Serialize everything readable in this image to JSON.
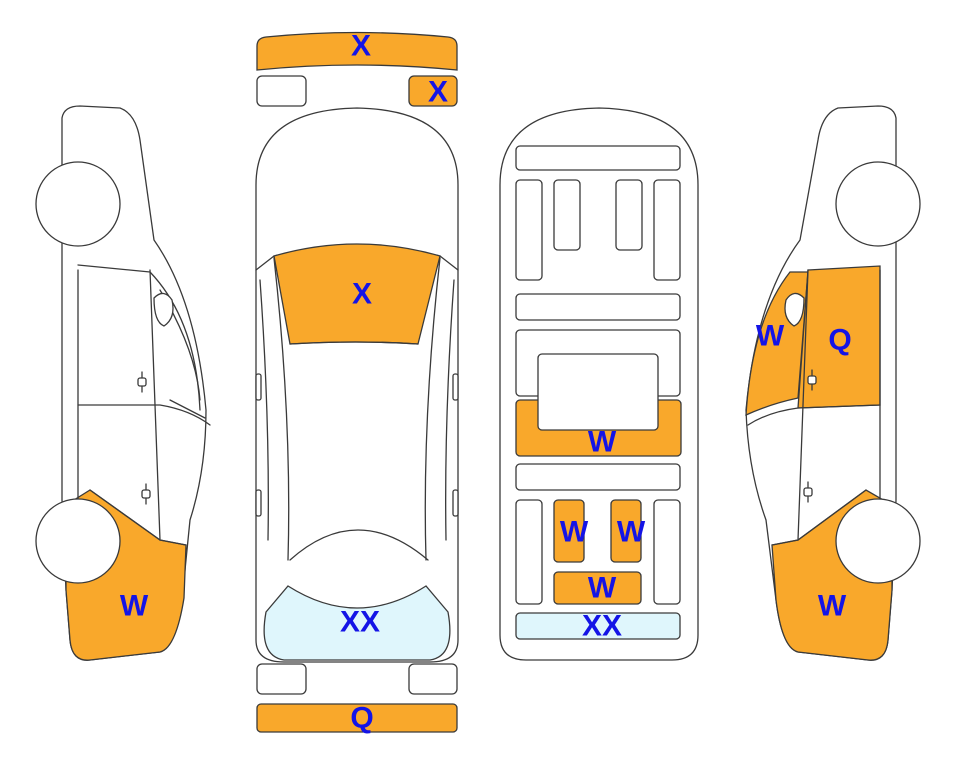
{
  "colors": {
    "damage": "#F9A82B",
    "light": "#DFF6FC",
    "label": "#1414E6",
    "outline": "#3a3a3a"
  },
  "labels": {
    "front_bumper": "X",
    "front_right_light": "X",
    "hood": "X",
    "windshield_rear": "XX",
    "rear_bumper": "Q",
    "left_rear_quarter": "W",
    "right_front_fender": "W",
    "right_front_door": "Q",
    "right_rear_quarter": "W",
    "floor_crossmember": "W",
    "rear_left_rail": "W",
    "rear_right_rail": "W",
    "rear_crossmember": "W",
    "rear_panel": "XX"
  }
}
